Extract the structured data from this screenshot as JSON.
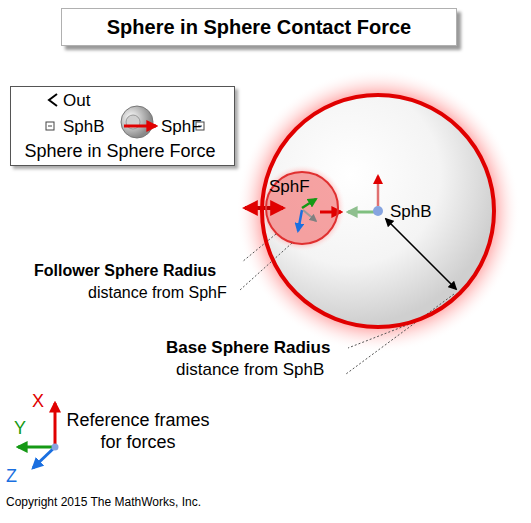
{
  "diagram": {
    "title": "Sphere in Sphere Contact Force",
    "nodes": [
      {
        "text": [
          "Sphere in Sphere Force"
        ]
      },
      {
        "text": [
          "Out",
          "SphB",
          "SphF"
        ],
        "in": 0
      },
      {
        "text": [
          "SphB"
        ]
      },
      {
        "text": [
          "SphF"
        ],
        "in": 2
      }
    ],
    "labels": [
      "Follower Sphere Radius",
      "distance from SphF",
      "Base Sphere Radius",
      "distance from SphB",
      "X",
      "Y",
      "Z",
      "Reference frames for forces",
      "Copyright 2015 The MathWorks, Inc."
    ]
  }
}
